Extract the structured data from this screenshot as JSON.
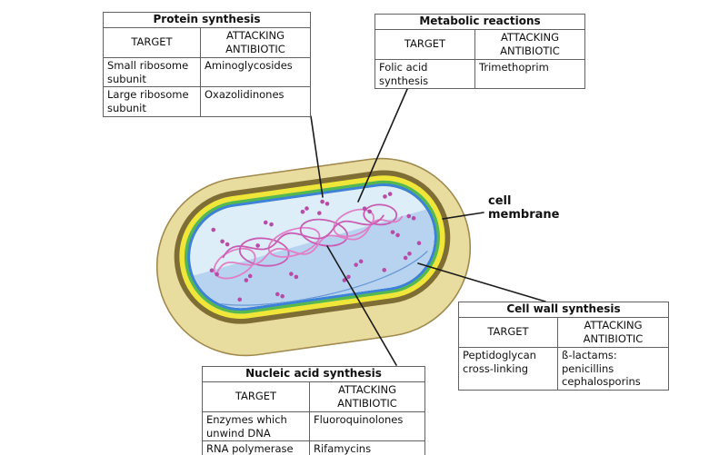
{
  "figure": {
    "cell_membrane_label": "cell\nmembrane"
  },
  "tables": [
    {
      "id": "protein-synthesis",
      "title": "Protein synthesis",
      "columns": [
        "TARGET",
        "ATTACKING\nANTIBIOTIC"
      ],
      "rows": [
        [
          "Small ribosome\nsubunit",
          "Aminoglycosides"
        ],
        [
          "Large ribosome\nsubunit",
          "Oxazolidinones"
        ]
      ]
    },
    {
      "id": "metabolic-reactions",
      "title": "Metabolic reactions",
      "columns": [
        "TARGET",
        "ATTACKING\nANTIBIOTIC"
      ],
      "rows": [
        [
          "Folic acid\nsynthesis",
          "Trimethoprim"
        ]
      ]
    },
    {
      "id": "cell-wall-synthesis",
      "title": "Cell wall synthesis",
      "columns": [
        "TARGET",
        "ATTACKING\nANTIBIOTIC"
      ],
      "rows": [
        [
          "Peptidoglycan\ncross-linking",
          "ß-lactams:\npenicillins\ncephalosporins"
        ]
      ]
    },
    {
      "id": "nucleic-acid-synthesis",
      "title": "Nucleic acid synthesis",
      "columns": [
        "TARGET",
        "ATTACKING\nANTIBIOTIC"
      ],
      "rows": [
        [
          "Enzymes which\nunwind DNA",
          "Fluoroquinolones"
        ],
        [
          "RNA polymerase",
          "Rifamycins"
        ]
      ]
    }
  ],
  "colors": {
    "capsule_fill": "#e9dc9f",
    "capsule_edge": "#a18a4d",
    "wall_olive": "#7e6e35",
    "wall_yellow": "#f0e63a",
    "wall_green": "#55b84f",
    "membrane_blue": "#3c82d8",
    "cytoplasm_light": "#ddeef9",
    "cytoplasm_cut": "#b8d3f0",
    "dna_pink": "#e07fc6",
    "dna_pink_dark": "#c95cb4",
    "ribosome_pink": "#b84aa8",
    "callout_black": "#1a1a1a",
    "table_border": "#616161",
    "text_color": "#111111"
  }
}
